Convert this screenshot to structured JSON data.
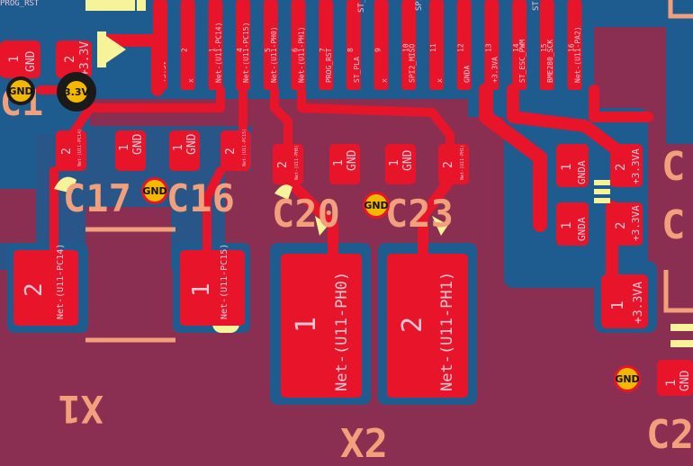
{
  "header_pins": [
    {
      "num": "3",
      "net": "+3.3V"
    },
    {
      "num": "2",
      "net": "x"
    },
    {
      "num": "1",
      "net": "Net-(U11-PC14)"
    },
    {
      "num": "4",
      "net": "Net-(U11-PC15)"
    },
    {
      "num": "5",
      "net": "Net-(U11-PH0)"
    },
    {
      "num": "6",
      "net": "Net-(U11-PH1)"
    },
    {
      "num": "7",
      "net": "PROG_RST"
    },
    {
      "num": "8",
      "net": "ST_PLA"
    },
    {
      "num": "9",
      "net": "x"
    },
    {
      "num": "10",
      "net": "SPI2_MISO"
    },
    {
      "num": "11",
      "net": "x"
    },
    {
      "num": "12",
      "net": "GNDA"
    },
    {
      "num": "13",
      "net": "+3.3VA"
    },
    {
      "num": "14",
      "net": "ST_ESC_PWM"
    },
    {
      "num": "15",
      "net": "BME280_SCK"
    },
    {
      "num": "16",
      "net": "Net-(U11-PA2)"
    }
  ],
  "top_cut_labels": {
    "left": "PROG_RST",
    "pl": "ST_PL",
    "spi": "SPI",
    "st": "ST"
  },
  "c19": {
    "pad1_num": "1",
    "pad1_net": "GND",
    "pad2_num": "2",
    "pad2_net": "+3.3V",
    "ref": "C1"
  },
  "c17": {
    "ref": "C17",
    "pad2_num": "2",
    "pad2_net": "Net-(U11-PC14)",
    "pad1_num": "1",
    "pad1_net": "GND"
  },
  "c16": {
    "ref": "C16",
    "pad1_num": "1",
    "pad1_net": "GND",
    "pad2_num": "2",
    "pad2_net": "Net-(U11-PC15)"
  },
  "c20": {
    "ref": "C20",
    "pad2_num": "2",
    "pad2_net": "Net-(U11-PH0)",
    "pad1_num": "1",
    "pad1_net": "GND"
  },
  "c23": {
    "ref": "C23",
    "pad1_num": "1",
    "pad1_net": "GND",
    "pad2_num": "2",
    "pad2_net": "Net-(U11-PH1)"
  },
  "ca_right": {
    "pad1_num": "1",
    "pad1_net": "GNDA",
    "pad2_num": "2",
    "pad2_net": "+3.3VA"
  },
  "cb_right": {
    "pad1_num": "1",
    "pad1_net": "GNDA",
    "pad2_num": "2",
    "pad2_net": "+3.3VA"
  },
  "c_bottom_right": {
    "pad1_num": "1",
    "pad1_net": "+3.3VA"
  },
  "c_gnd_right": {
    "pad1_num": "1",
    "pad1_net": "GND",
    "ref": "C2"
  },
  "x1": {
    "ref": "X1",
    "pad2_num": "2",
    "pad2_net": "Net-(U11-PC14)",
    "pad1_num": "1",
    "pad1_net": "Net-(U11-PC15)"
  },
  "x2": {
    "ref": "X2",
    "pad1_num": "1",
    "pad1_net": "Net-(U11-PH0)",
    "pad2_num": "2",
    "pad2_net": "Net-(U11-PH1)"
  },
  "vias": [
    {
      "label": "GND"
    },
    {
      "label": "3.3V"
    },
    {
      "label": "GND"
    },
    {
      "label": "GND"
    },
    {
      "label": "GND"
    }
  ],
  "right_partial_refs": {
    "c_top": "C",
    "c_mid": "C"
  }
}
